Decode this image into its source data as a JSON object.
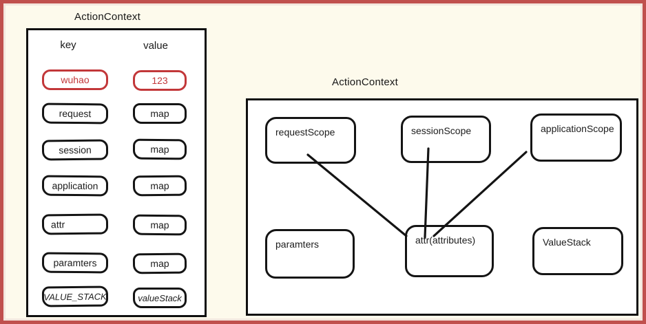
{
  "page": {
    "background": "#fdfaec",
    "frame_color": "#c0504d",
    "highlight_color": "#c23739"
  },
  "left_panel": {
    "title": "ActionContext",
    "col_key": "key",
    "col_value": "value",
    "rows": [
      {
        "key": "wuhao",
        "value": "123",
        "highlighted": true
      },
      {
        "key": "request",
        "value": "map",
        "highlighted": false
      },
      {
        "key": "session",
        "value": "map",
        "highlighted": false
      },
      {
        "key": "application",
        "value": "map",
        "highlighted": false
      },
      {
        "key": "attr",
        "value": "map",
        "highlighted": false
      },
      {
        "key": "paramters",
        "value": "map",
        "highlighted": false
      },
      {
        "key": "VALUE_STACK",
        "value": "valueStack",
        "highlighted": false
      }
    ]
  },
  "right_panel": {
    "title": "ActionContext",
    "nodes": [
      {
        "label": "requestScope"
      },
      {
        "label": "sessionScope"
      },
      {
        "label": "applicationScope"
      },
      {
        "label": "paramters"
      },
      {
        "label": "attr(attributes)"
      },
      {
        "label": "ValueStack"
      }
    ],
    "connections": [
      {
        "from": "requestScope",
        "to": "attr(attributes)"
      },
      {
        "from": "sessionScope",
        "to": "attr(attributes)"
      },
      {
        "from": "applicationScope",
        "to": "attr(attributes)"
      }
    ]
  }
}
